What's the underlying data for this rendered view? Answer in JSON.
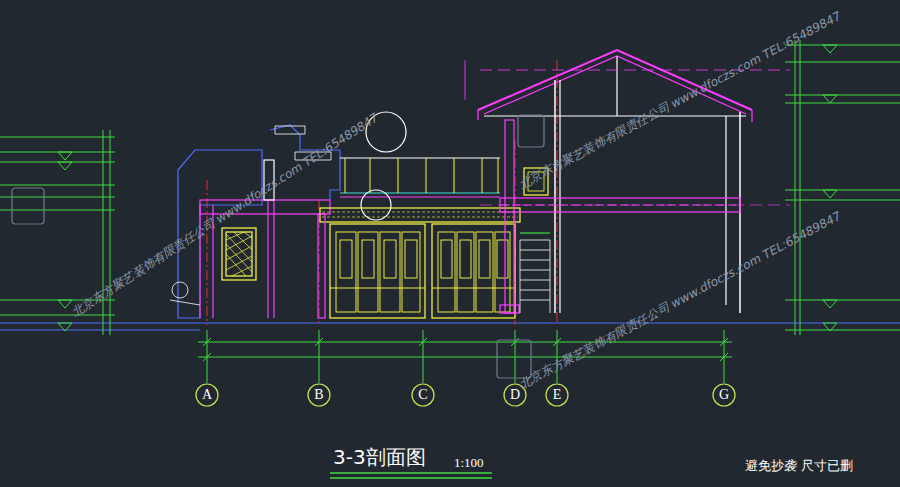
{
  "diagram": {
    "title": "3-3剖面图",
    "nodes": [
      {
        "text": [
          "A"
        ]
      },
      {
        "text": [
          "B"
        ]
      },
      {
        "text": [
          "C"
        ]
      },
      {
        "text": [
          "D"
        ]
      },
      {
        "text": [
          "E"
        ]
      },
      {
        "text": [
          "G"
        ]
      }
    ],
    "labels": [
      "1:100",
      "避免抄袭 尺寸已删",
      "北京东方聚艺装饰有限责任公司 www.dfoczs.com TEL:65489847",
      "北京东方聚艺装饰有限责任公司 www.dfoczs.com TEL:65489847",
      "北京东方聚艺装饰有限责任公司 www.dfoczs.com TEL:65489847"
    ]
  }
}
